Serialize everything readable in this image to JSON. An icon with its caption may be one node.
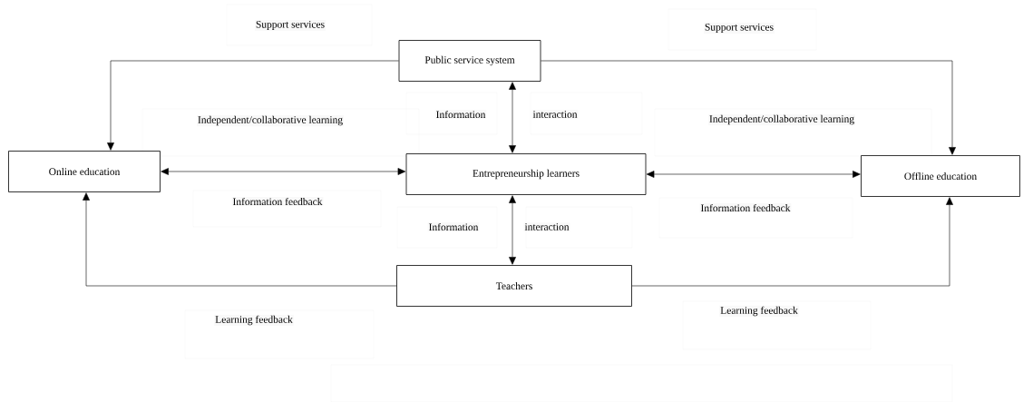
{
  "diagram": {
    "nodes": [
      {
        "text": [
          "Public service system"
        ]
      },
      {
        "text": [
          "Online education"
        ]
      },
      {
        "text": [
          "Entrepreneurship learners"
        ]
      },
      {
        "text": [
          "Offline education"
        ]
      },
      {
        "text": [
          "Teachers"
        ]
      }
    ],
    "edges": [
      {
        "from": 0,
        "to": 1,
        "arrow": "to"
      },
      {
        "from": 0,
        "to": 3,
        "arrow": "to"
      },
      {
        "from": 0,
        "to": 2,
        "arrow": "both"
      },
      {
        "from": 1,
        "to": 2,
        "arrow": "both"
      },
      {
        "from": 2,
        "to": 3,
        "arrow": "both"
      },
      {
        "from": 2,
        "to": 4,
        "arrow": "both"
      },
      {
        "from": 4,
        "to": 1,
        "arrow": "to"
      },
      {
        "from": 4,
        "to": 3,
        "arrow": "to"
      }
    ],
    "labels": [
      "Support services",
      "Support services",
      "Independent/collaborative learning",
      "Information",
      "interaction",
      "Independent/collaborative learning",
      "Information feedback",
      "Information feedback",
      "Information",
      "interaction",
      "Learning feedback",
      "Learning feedback"
    ]
  }
}
